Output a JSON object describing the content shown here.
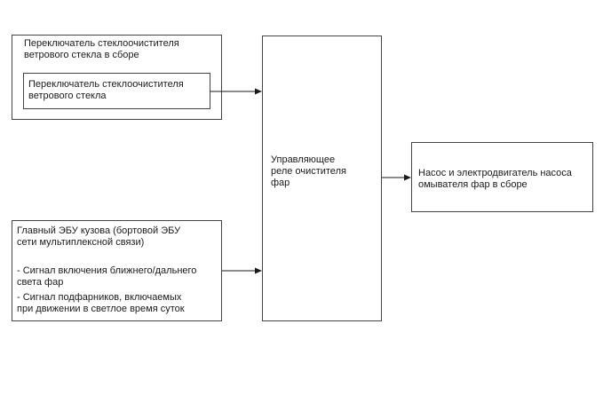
{
  "diagram": {
    "wiper_switch_assembly": {
      "title": "Переключатель стеклоочистителя\nветрового стекла в сборе",
      "inner_switch": "Переключатель стеклоочистителя\nветрового стекла"
    },
    "main_body_ecu": {
      "title": "Главный ЭБУ кузова (бортовой ЭБУ\nсети мультиплексной связи)",
      "signal_1": "- Сигнал включения ближнего/дальнего\nсвета фар",
      "signal_2": "- Сигнал подфарников, включаемых\nпри движении в светлое время суток"
    },
    "relay": {
      "label": "Управляющее\nреле очистителя\nфар"
    },
    "pump": {
      "label": "Насос и электродвигатель насоса\nомывателя фар в сборе"
    }
  }
}
